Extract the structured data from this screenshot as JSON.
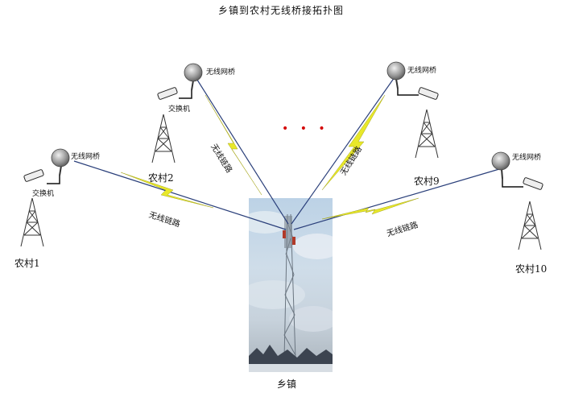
{
  "title": "乡镇到农村无线桥接拓扑图",
  "town": {
    "label": "乡镇"
  },
  "link_label": "无线链路",
  "bridge_label": "无线网桥",
  "switch_label": "交换机",
  "ellipsis": "• • •",
  "villages": [
    {
      "name": "农村1"
    },
    {
      "name": "农村2"
    },
    {
      "name": "农村9"
    },
    {
      "name": "农村10"
    }
  ],
  "colors": {
    "link_line": "#2a3f7a",
    "lightning": "#e8e82a",
    "dots": "#d40000"
  }
}
